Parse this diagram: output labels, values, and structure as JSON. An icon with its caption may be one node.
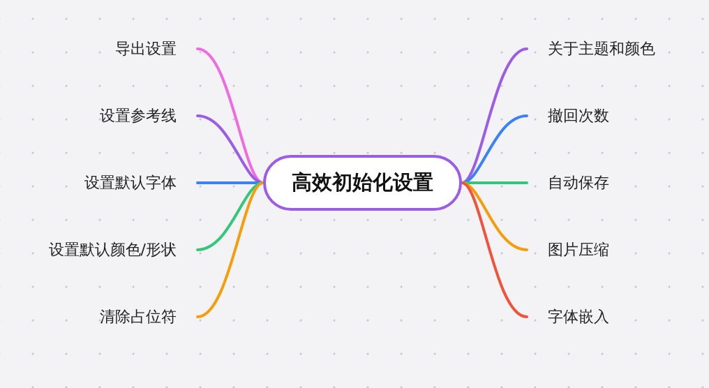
{
  "diagram": {
    "nodes": [
      {
        "text": [
          "高效初始化设置"
        ]
      },
      {
        "text": [
          "导出设置"
        ]
      },
      {
        "text": [
          "设置参考线"
        ]
      },
      {
        "text": [
          "设置默认字体"
        ]
      },
      {
        "text": [
          "设置默认颜色/形状"
        ]
      },
      {
        "text": [
          "清除占位符"
        ]
      },
      {
        "text": [
          "关于主题和颜色"
        ]
      },
      {
        "text": [
          "撤回次数"
        ]
      },
      {
        "text": [
          "自动保存"
        ]
      },
      {
        "text": [
          "图片压缩"
        ]
      },
      {
        "text": [
          "字体嵌入"
        ]
      }
    ],
    "edges": [
      {
        "from": 0,
        "to": 1,
        "arrow": "none",
        "color": "#f06ae0"
      },
      {
        "from": 0,
        "to": 2,
        "arrow": "none",
        "color": "#9b5de5"
      },
      {
        "from": 0,
        "to": 3,
        "arrow": "none",
        "color": "#3b82f6"
      },
      {
        "from": 0,
        "to": 4,
        "arrow": "none",
        "color": "#34c77b"
      },
      {
        "from": 0,
        "to": 5,
        "arrow": "none",
        "color": "#f59e0b"
      },
      {
        "from": 0,
        "to": 6,
        "arrow": "none",
        "color": "#9b5de5"
      },
      {
        "from": 0,
        "to": 7,
        "arrow": "none",
        "color": "#3b82f6"
      },
      {
        "from": 0,
        "to": 8,
        "arrow": "none",
        "color": "#34c77b"
      },
      {
        "from": 0,
        "to": 9,
        "arrow": "none",
        "color": "#f59e0b"
      },
      {
        "from": 0,
        "to": 10,
        "arrow": "none",
        "color": "#f0533a"
      }
    ]
  }
}
